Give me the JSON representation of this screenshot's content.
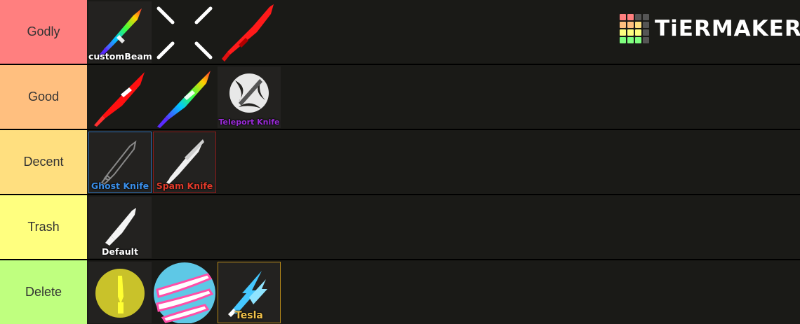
{
  "logo": {
    "text": "TiERMAKER"
  },
  "tiers": [
    {
      "label": "Godly",
      "color": "#ff7f7f",
      "items": [
        {
          "icon": "rainbow-beam-knife-icon",
          "caption": "customBeam"
        },
        {
          "icon": "close-x-icon",
          "caption": ""
        },
        {
          "icon": "red-knife-icon",
          "caption": ""
        }
      ]
    },
    {
      "label": "Good",
      "color": "#ffbf7f",
      "items": [
        {
          "icon": "red-glow-knife-icon",
          "caption": ""
        },
        {
          "icon": "rainbow-beam-knife-icon",
          "caption": ""
        },
        {
          "icon": "teleport-knife-icon",
          "caption": "Teleport Knife"
        }
      ]
    },
    {
      "label": "Decent",
      "color": "#ffdf7f",
      "items": [
        {
          "icon": "ghost-knife-icon",
          "caption": "Ghost Knife"
        },
        {
          "icon": "spam-knife-icon",
          "caption": "Spam Knife"
        }
      ]
    },
    {
      "label": "Trash",
      "color": "#ffff7f",
      "items": [
        {
          "icon": "default-knife-icon",
          "caption": "Default"
        }
      ]
    },
    {
      "label": "Delete",
      "color": "#bfff7f",
      "items": [
        {
          "icon": "yellow-circle-knife-icon",
          "caption": ""
        },
        {
          "icon": "pink-knives-circle-icon",
          "caption": ""
        },
        {
          "icon": "tesla-lightning-icon",
          "caption": "Tesla"
        }
      ]
    }
  ],
  "caption_colors": {
    "white": "#ffffff",
    "teleport": "#9a2bd8",
    "ghost": "#3a8ee8",
    "spam": "#e03a2a",
    "tesla": "#f2c24a"
  }
}
